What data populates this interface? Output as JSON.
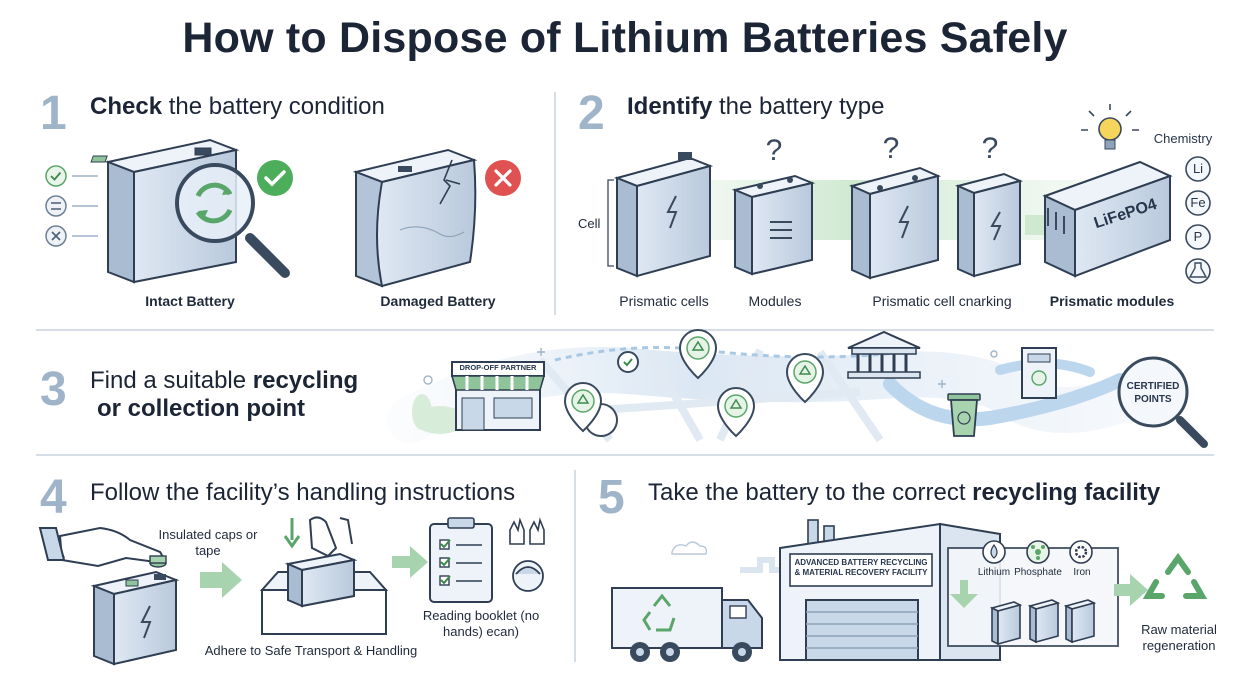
{
  "title": "How to Dispose of Lithium Batteries Safely",
  "colors": {
    "accent": "#9fb4c9",
    "ok": "#4cae5a",
    "bad": "#e05252",
    "recycle": "#5aa66a",
    "battery": "#c9d6e6"
  },
  "steps": [
    {
      "number": "1",
      "title_bold": "Check",
      "title_rest": " the battery condition",
      "items": [
        {
          "label": "Intact Battery",
          "status_icon": "check-circle-icon"
        },
        {
          "label": "Damaged Battery",
          "status_icon": "x-circle-icon"
        }
      ],
      "legend_icons": [
        "check-icon",
        "equals-icon",
        "x-icon"
      ]
    },
    {
      "number": "2",
      "title_bold": "Identify",
      "title_rest": " the battery type",
      "side_label": "Cell",
      "captions": [
        "Prismatic cells",
        "Modules",
        "Prismatic cell cnarking",
        "Prismatic modules"
      ],
      "pack_text": "LiFePO4",
      "chemistry_label": "Chemistry",
      "chemistry_elements": [
        "Li",
        "Fe",
        "P"
      ]
    },
    {
      "number": "3",
      "title_line1_plain": "Find a suitable ",
      "title_line1_bold": "recycling",
      "title_line2": "or collection point",
      "shop_sign": "DROP-OFF PARTNER",
      "badge": "CERTIFIED POINTS"
    },
    {
      "number": "4",
      "title": "Follow the facility’s handling instructions",
      "note": "Insulated caps or tape",
      "caption": "Adhere to Safe Transport & Handling",
      "booklet": "Reading booklet (no hands) ecan)"
    },
    {
      "number": "5",
      "title_plain": "Take the battery to the correct ",
      "title_bold": "recycling facility",
      "facility_sign": "ADVANCED BATTERY RECYCLING & MATERIAL RECOVERY FACILITY",
      "materials": [
        "Lithium",
        "Phosphate",
        "Iron"
      ],
      "output": "Raw material regeneration"
    }
  ]
}
